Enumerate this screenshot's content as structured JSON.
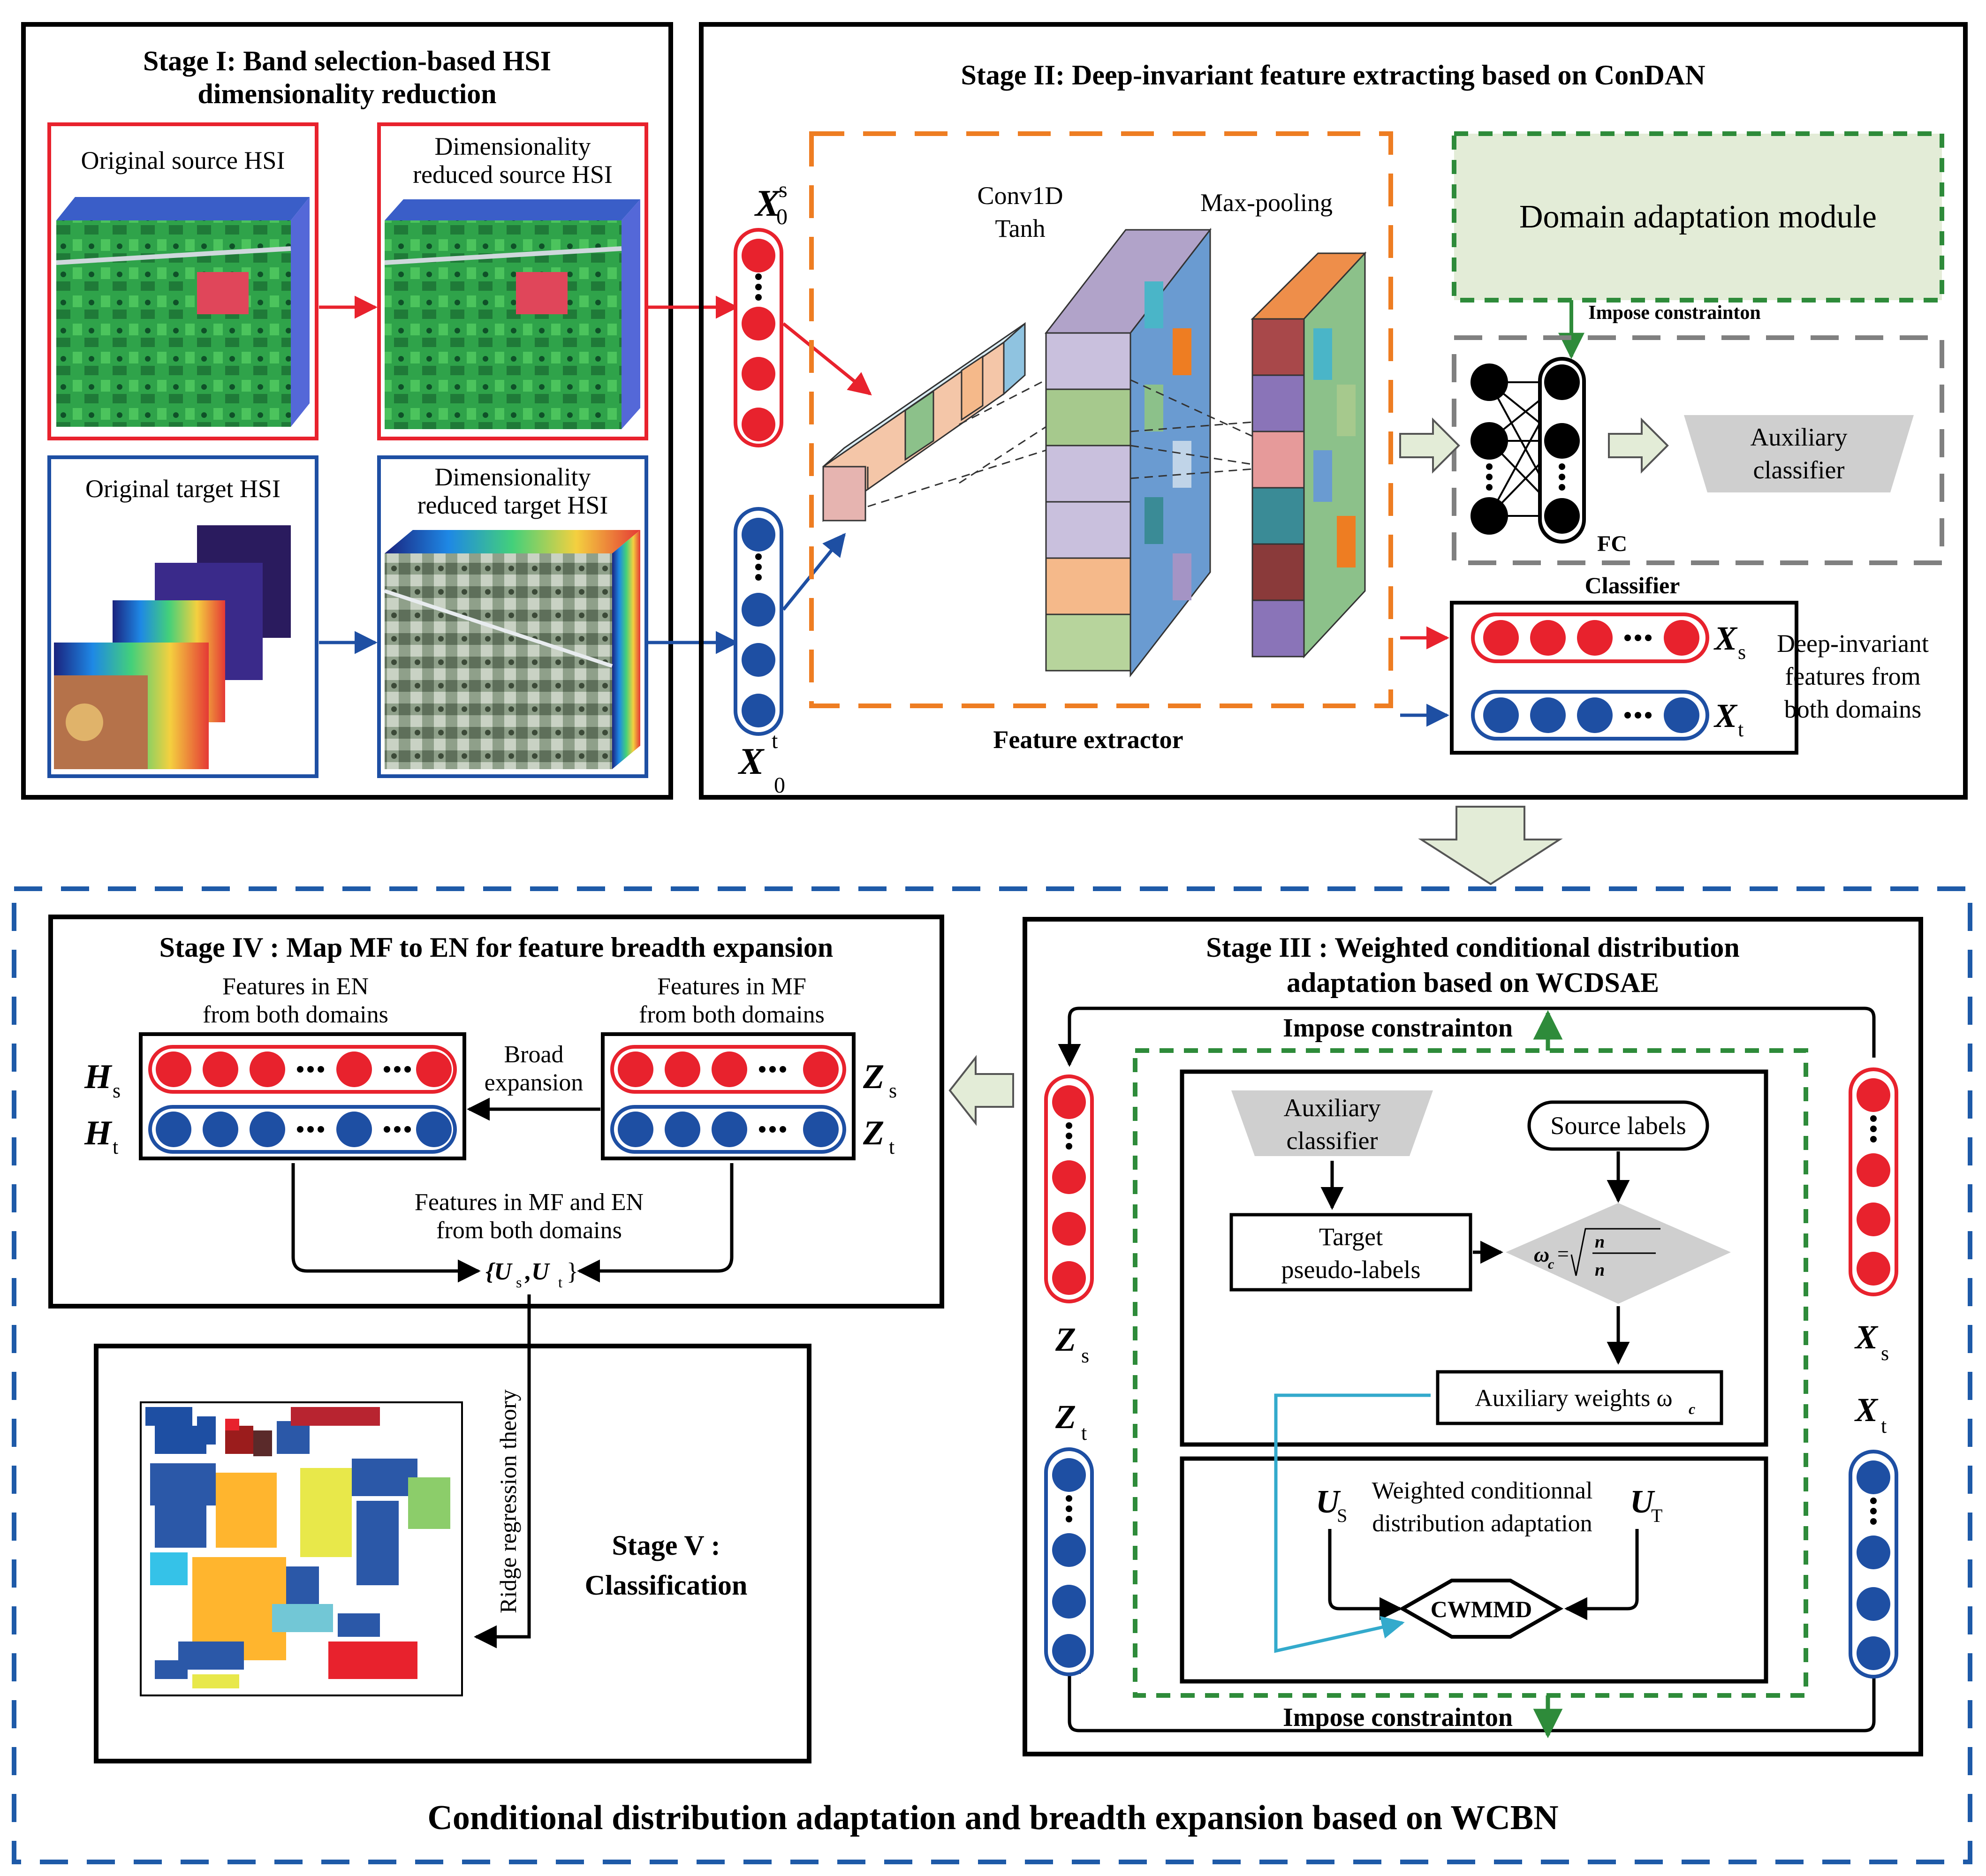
{
  "stage1": {
    "title_line1": "Stage I: Band selection-based HSI",
    "title_line2": "dimensionality reduction",
    "orig_source": "Original source HSI",
    "red_source_line1": "Dimensionality",
    "red_source_line2": "reduced source HSI",
    "orig_target": "Original target HSI",
    "red_target_line1": "Dimensionality",
    "red_target_line2": "reduced target HSI"
  },
  "stage2": {
    "title": "Stage II: Deep-invariant feature extracting based on ConDAN",
    "x0s_main": "X",
    "x0s_sup": "s",
    "x0s_sub": "0",
    "x0t_main": "X",
    "x0t_sup": "t",
    "x0t_sub": "0",
    "conv_line1": "Conv1D",
    "conv_line2": "Tanh",
    "maxpool": "Max-pooling",
    "feature_extractor": "Feature extractor",
    "domain_module": "Domain adaptation module",
    "impose": "Impose constrainton",
    "aux_line1": "Auxiliary",
    "aux_line2": "classifier",
    "fc": "FC",
    "classifier": "Classifier",
    "xs_main": "X",
    "xs_sub": "s",
    "xt_main": "X",
    "xt_sub": "t",
    "deep_line1": "Deep-invariant",
    "deep_line2": "features from",
    "deep_line3": "both domains"
  },
  "stage3": {
    "title_line1": "Stage III : Weighted conditional distribution",
    "title_line2": "adaptation based on WCDSAE",
    "impose_top": "Impose constrainton",
    "impose_bottom": "Impose constrainton",
    "aux_line1": "Auxiliary",
    "aux_line2": "classifier",
    "source_labels": "Source labels",
    "target_line1": "Target",
    "target_line2": "pseudo-labels",
    "omega_left": "ω",
    "omega_sub": "c",
    "eq": "=",
    "frac_num": "n",
    "frac_den": "n",
    "aux_weights": "Auxiliary weights ω",
    "aux_weights_sub": "c",
    "us_main": "U",
    "us_sub": "S",
    "ut_main": "U",
    "ut_sub": "T",
    "wcda_line1": "Weighted conditionnal",
    "wcda_line2": "distribution adaptation",
    "cwmmd": "CWMMD",
    "zs_main": "Z",
    "zs_sub": "s",
    "zt_main": "Z",
    "zt_sub": "t",
    "xs_main": "X",
    "xs_sub": "s",
    "xt_main": "X",
    "xt_sub": "t"
  },
  "stage4": {
    "title": "Stage IV : Map MF to EN for feature breadth expansion",
    "en_line1": "Features in EN",
    "en_line2": "from both domains",
    "mf_line1": "Features in MF",
    "mf_line2": "from both domains",
    "broad_line1": "Broad",
    "broad_line2": "expansion",
    "hs_main": "H",
    "hs_sub": "s",
    "ht_main": "H",
    "ht_sub": "t",
    "zs_main": "Z",
    "zs_sub": "s",
    "zt_main": "Z",
    "zt_sub": "t",
    "mfen_line1": "Features in MF and EN",
    "mfen_line2": "from both domains",
    "u_set": "{U",
    "u_s": "s",
    "u_mid": ",U",
    "u_t": "t",
    "u_end": "}"
  },
  "stage5": {
    "ridge": "Ridge regression theory",
    "title_line1": "Stage V :",
    "title_line2": "Classification"
  },
  "bottom_title": "Conditional distribution adaptation and breadth expansion based on WCBN",
  "colors": {
    "red": "#e8222d",
    "blue": "#1e4fa3",
    "orange": "#ee7d22",
    "green": "#2e8b3a",
    "gray": "#808080",
    "dash_blue": "#1e5aa8",
    "light_green": "#e3ecd7",
    "cyan": "#33aacc"
  }
}
